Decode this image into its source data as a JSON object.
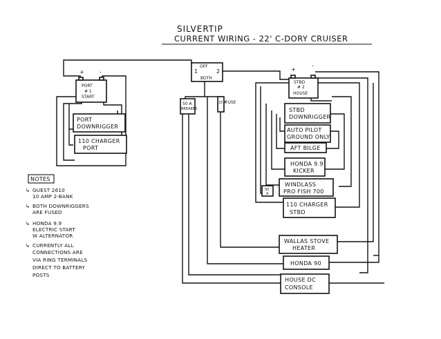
{
  "title": {
    "line1": "SILVERTIP",
    "line2": "CURRENT WIRING - 22' C-DORY CRUISER"
  },
  "battery_switch": {
    "off": "OFF",
    "pos1": "1",
    "pos2": "2",
    "both": "BOTH"
  },
  "port_battery": {
    "plus": "+",
    "minus": "-",
    "line1": "PORT",
    "line2": "# 1",
    "line3": "START"
  },
  "stbd_battery": {
    "plus": "+",
    "minus": "-",
    "line1": "STBD",
    "line2": "# 2",
    "line3": "HOUSE"
  },
  "breaker_50a": {
    "line1": "50 A",
    "line2": "BREAKER"
  },
  "fuse": {
    "amp": "15 A",
    "label": "FUSE"
  },
  "port_loads": [
    {
      "line1": "PORT",
      "line2": "DOWNRIGGER"
    },
    {
      "line1": "110 CHARGER",
      "line2": "PORT"
    }
  ],
  "stbd_loads": [
    {
      "line1": "STBD",
      "line2": "DOWNRIGGER"
    },
    {
      "line1": "AUTO PILOT",
      "line2": "GROUND ONLY"
    },
    {
      "line1": "AFT BILGE",
      "line2": ""
    },
    {
      "line1": "HONDA 9.9",
      "line2": "KICKER"
    },
    {
      "line1": "WINDLASS",
      "line2": "PRO FISH 700"
    },
    {
      "line1": "110 CHARGER",
      "line2": "STBD"
    }
  ],
  "windlass_breaker": {
    "line1": "50",
    "line2": "A"
  },
  "bottom_loads": [
    {
      "line1": "WALLAS STOVE",
      "line2": "HEATER"
    },
    {
      "line1": "HONDA 90",
      "line2": ""
    },
    {
      "line1": "HOUSE DC",
      "line2": "CONSOLE"
    }
  ],
  "notes": {
    "heading": "NOTES",
    "items": [
      [
        "GUEST 2610",
        "10 AMP 2-BANK"
      ],
      [
        "BOTH DOWNRIGGERS",
        "ARE FUSED"
      ],
      [
        "HONDA 9.9",
        "ELECTRIC START",
        "W ALTERNATOR"
      ],
      [
        "CURRENTLY ALL",
        "CONNECTIONS ARE",
        "VIA RING TERMINALS",
        "DIRECT TO BATTERY",
        "POSTS"
      ]
    ]
  }
}
